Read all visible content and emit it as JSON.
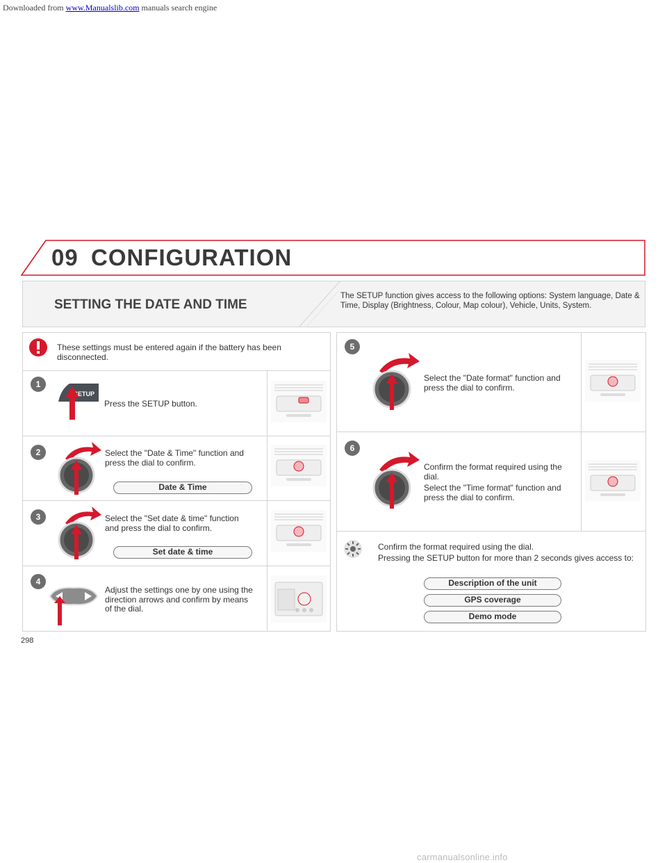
{
  "banner": {
    "prefix": "Downloaded from ",
    "link": "www.Manualslib.com",
    "suffix": " manuals search engine"
  },
  "chapter": {
    "number": "09",
    "title": "CONFIGURATION"
  },
  "section_title": "SETTING THE DATE AND TIME",
  "intro": "The SETUP function gives access to the following options: System language, Date & Time, Display (Brightness, Colour, Map colour), Vehicle, Units, System.",
  "warning": "These settings must be entered again if the battery has been disconnected.",
  "steps": [
    {
      "number": "1",
      "text": "Press the SETUP button.",
      "button_label": "SETUP"
    },
    {
      "number": "2",
      "text": "Select the \"Date & Time\" function and press the dial to confirm.",
      "pill": "Date & Time"
    },
    {
      "number": "3",
      "text": "Select the \"Set date & time\" function and press the dial to confirm.",
      "pill": "Set date & time"
    },
    {
      "number": "4",
      "text": "Adjust the settings one by one using the direction arrows and confirm by means of the dial."
    },
    {
      "number": "5",
      "text": "Select the \"Date format\" function and press the dial to confirm."
    },
    {
      "number": "6",
      "text1": "Confirm the format required using the dial.",
      "text2": "Select the \"Time format\" function and press the dial to confirm."
    }
  ],
  "tip": {
    "line1": "Confirm the format required using the dial.",
    "line2": "Pressing the SETUP button for more than 2 seconds gives access to:",
    "options": [
      "Description of the unit",
      "GPS coverage",
      "Demo mode"
    ]
  },
  "page_number": "298",
  "watermark": "carmanualsonline.info",
  "colors": {
    "accent_red": "#d6182c",
    "pill_border": "#7a7a7a",
    "step_badge": "#6d6d6d"
  }
}
